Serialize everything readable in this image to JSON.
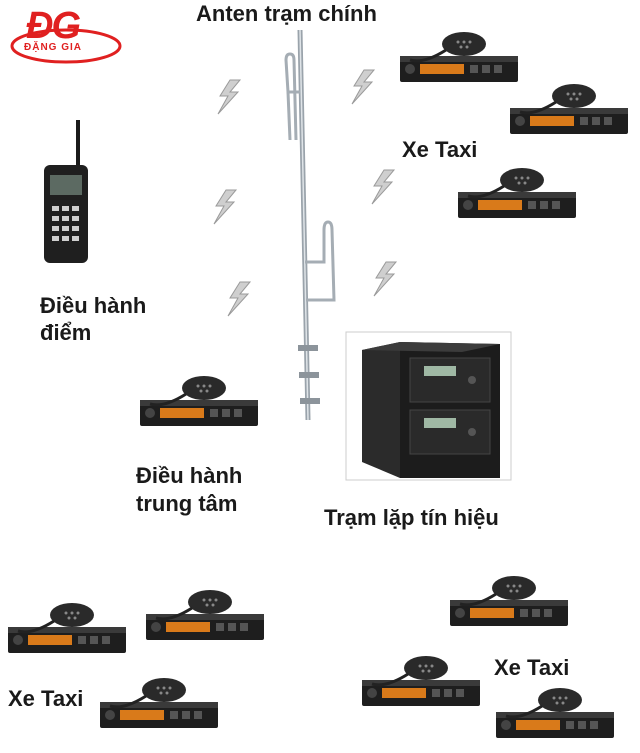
{
  "logo": {
    "main": "ĐG",
    "sub": "ĐẶNG GIA",
    "color": "#e02020"
  },
  "labels": {
    "antenna": "Anten trạm chính",
    "taxi_top": "Xe Taxi",
    "handheld_line1": "Điều hành",
    "handheld_line2": "điểm",
    "center_line1": "Điều hành",
    "center_line2": "trung tâm",
    "repeater": "Trạm lặp tín hiệu",
    "taxi_bottom_left": "Xe Taxi",
    "taxi_bottom_right": "Xe Taxi"
  },
  "icons": [
    "antenna-icon",
    "mobile-radio-icon",
    "handheld-radio-icon",
    "repeater-station-icon",
    "lightning-signal-icon"
  ]
}
